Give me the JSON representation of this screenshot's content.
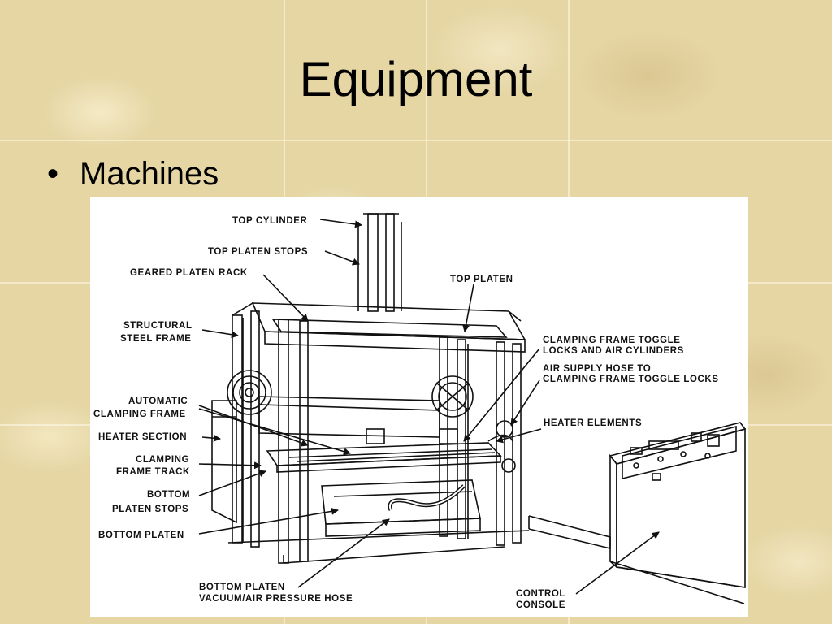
{
  "slide": {
    "title": "Equipment",
    "bullets": [
      "Machines"
    ]
  },
  "diagram": {
    "labels": {
      "top_cylinder": "TOP CYLINDER",
      "top_platen_stops": "TOP PLATEN STOPS",
      "geared_platen_rack": "GEARED PLATEN RACK",
      "top_platen": "TOP PLATEN",
      "structural_line1": "STRUCTURAL",
      "structural_line2": "STEEL FRAME",
      "clamping_toggle_line1": "CLAMPING FRAME TOGGLE",
      "clamping_toggle_line2": "LOCKS AND AIR CYLINDERS",
      "air_supply_line1": "AIR SUPPLY HOSE TO",
      "air_supply_line2": "CLAMPING FRAME TOGGLE LOCKS",
      "automatic_line1": "AUTOMATIC",
      "automatic_line2": "CLAMPING FRAME",
      "heater_elements": "HEATER ELEMENTS",
      "heater_section": "HEATER SECTION",
      "clamping_track_line1": "CLAMPING",
      "clamping_track_line2": "FRAME TRACK",
      "bottom_stops_line1": "BOTTOM",
      "bottom_stops_line2": "PLATEN STOPS",
      "bottom_platen": "BOTTOM PLATEN",
      "bottom_hose_line1": "BOTTOM PLATEN",
      "bottom_hose_line2": "VACUUM/AIR PRESSURE HOSE",
      "control_line1": "CONTROL",
      "control_line2": "CONSOLE"
    }
  },
  "colors": {
    "background": "#e6d6a4",
    "text": "#000000",
    "figure_bg": "#ffffff"
  }
}
